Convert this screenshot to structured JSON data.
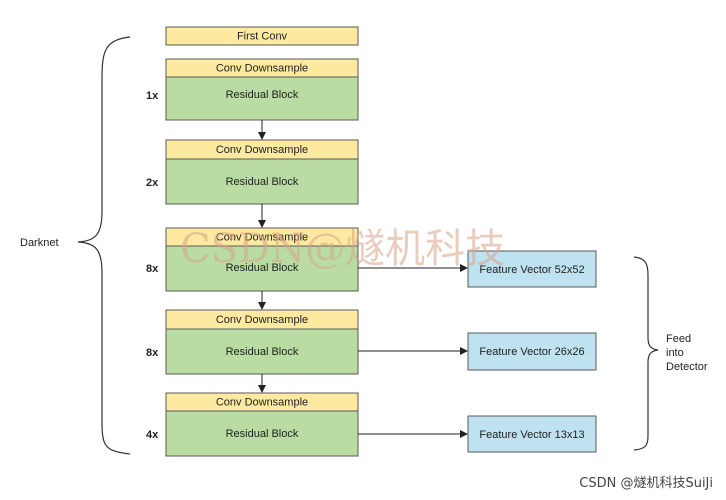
{
  "colors": {
    "yellow": "#fde9a0",
    "green": "#b8dca2",
    "blue": "#bfe2f0",
    "stroke": "#5a5a5a"
  },
  "first_conv": "First Conv",
  "blocks": [
    {
      "downsample": "Conv Downsample",
      "residual": "Residual Block",
      "repeat": "1x"
    },
    {
      "downsample": "Conv Downsample",
      "residual": "Residual Block",
      "repeat": "2x"
    },
    {
      "downsample": "Conv Downsample",
      "residual": "Residual Block",
      "repeat": "8x"
    },
    {
      "downsample": "Conv Downsample",
      "residual": "Residual Block",
      "repeat": "8x"
    },
    {
      "downsample": "Conv Downsample",
      "residual": "Residual Block",
      "repeat": "4x"
    }
  ],
  "feature_vectors": [
    "Feature Vector 52x52",
    "Feature Vector 26x26",
    "Feature Vector 13x13"
  ],
  "darknet_label": "Darknet",
  "feed_label": [
    "Feed",
    "into",
    "Detector"
  ],
  "watermark": "CSDN@燧机科技",
  "footer": "CSDN @燧机科技SuiJi"
}
